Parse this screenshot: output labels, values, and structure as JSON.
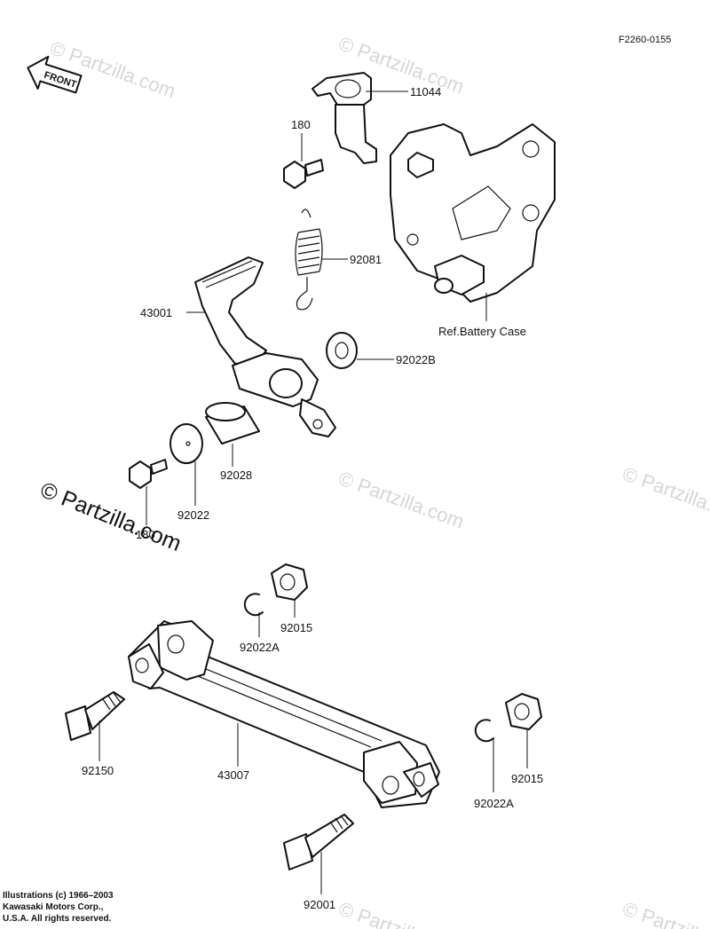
{
  "figure_code": "F2260-0155",
  "front_label": "FRONT",
  "reference_label": "Ref.Battery Case",
  "watermark": "© Partzilla.com",
  "watermark_big": "© Partzilla.com",
  "parts": {
    "p11044": "11044",
    "p180_top": "180",
    "p92081": "92081",
    "p43001": "43001",
    "p92022B": "92022B",
    "p92028": "92028",
    "p92022": "92022",
    "p180_bottom": "180",
    "p92015_top": "92015",
    "p92022A_top": "92022A",
    "p92150": "92150",
    "p43007": "43007",
    "p92015_right": "92015",
    "p92022A_right": "92022A",
    "p92001": "92001"
  },
  "copyright_lines": [
    "Illustrations (c) 1966–2003",
    "Kawasaki Motors Corp.,",
    "U.S.A.  All rights reserved."
  ]
}
